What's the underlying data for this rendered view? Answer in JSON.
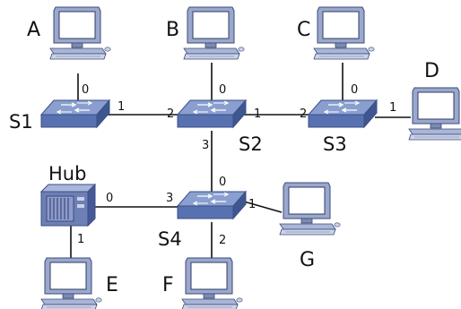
{
  "hosts": [
    {
      "id": "A",
      "label": "A"
    },
    {
      "id": "B",
      "label": "B"
    },
    {
      "id": "C",
      "label": "C"
    },
    {
      "id": "D",
      "label": "D"
    },
    {
      "id": "E",
      "label": "E"
    },
    {
      "id": "F",
      "label": "F"
    },
    {
      "id": "G",
      "label": "G"
    }
  ],
  "switches": [
    {
      "id": "S1",
      "label": "S1"
    },
    {
      "id": "S2",
      "label": "S2"
    },
    {
      "id": "S3",
      "label": "S3"
    },
    {
      "id": "S4",
      "label": "S4"
    }
  ],
  "hub": {
    "label": "Hub"
  },
  "ports": {
    "s1_a": "0",
    "s1_s2": "1",
    "s2_s1": "2",
    "s2_b": "0",
    "s2_s3": "1",
    "s2_s4": "3",
    "s3_s2": "2",
    "s3_c": "0",
    "s3_d": "1",
    "s4_s2": "0",
    "s4_hub": "3",
    "s4_g": "1",
    "s4_f": "2",
    "hub_s4": "0",
    "hub_e": "1"
  },
  "colors": {
    "switch_top": "#8a9fcf",
    "switch_side": "#4f6aa8",
    "monitor_body": "#9aa8cc",
    "screen": "#ffffff",
    "hub_body": "#6e7fb5"
  }
}
